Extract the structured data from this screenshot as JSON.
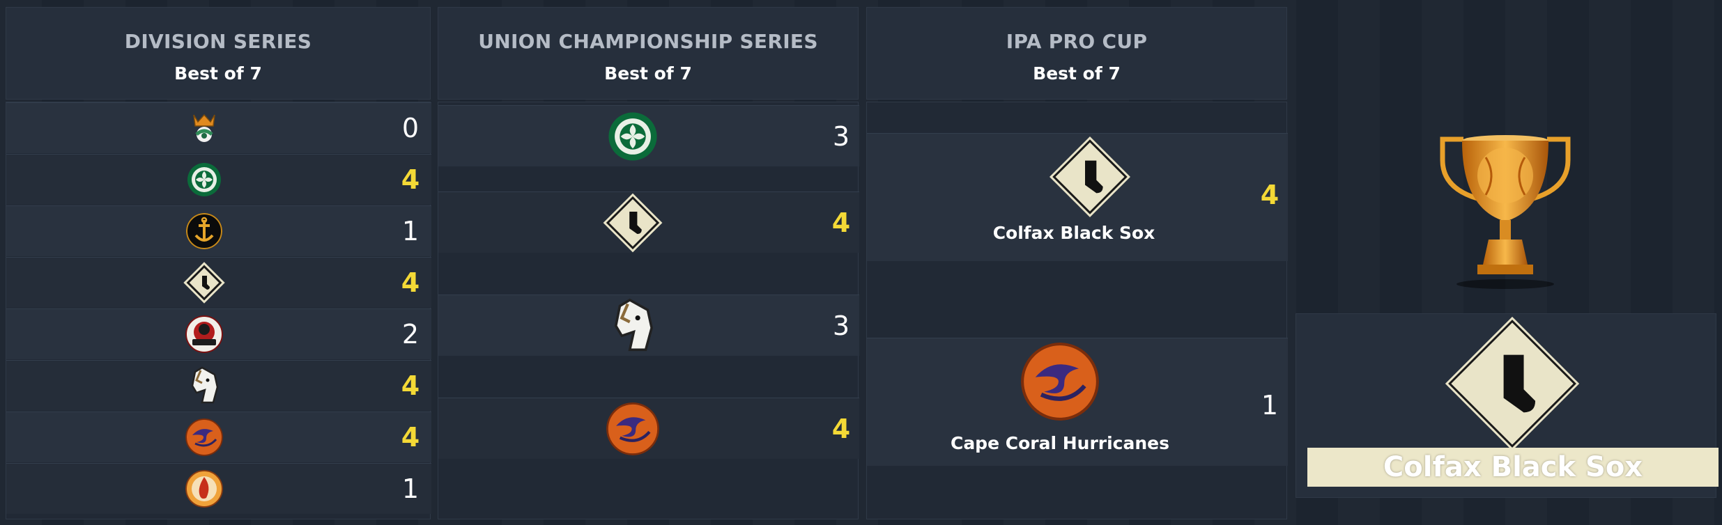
{
  "rounds": [
    {
      "title": "DIVISION SERIES",
      "subtitle": "Best of 7"
    },
    {
      "title": "UNION CHAMPIONSHIP SERIES",
      "subtitle": "Best of 7"
    },
    {
      "title": "IPA PRO CUP",
      "subtitle": "Best of 7"
    }
  ],
  "division_series": [
    {
      "logo": "crown-ball-logo",
      "score": "0",
      "winner": false
    },
    {
      "logo": "celtic-logo",
      "score": "4",
      "winner": true
    },
    {
      "logo": "anchor-logo",
      "score": "1",
      "winner": false
    },
    {
      "logo": "black-sock-logo",
      "score": "4",
      "winner": true
    },
    {
      "logo": "red-mascot-logo",
      "score": "2",
      "winner": false
    },
    {
      "logo": "horse-logo",
      "score": "4",
      "winner": true
    },
    {
      "logo": "hurricane-logo",
      "score": "4",
      "winner": true
    },
    {
      "logo": "flame-logo",
      "score": "1",
      "winner": false
    }
  ],
  "union_series": [
    {
      "logo": "celtic-logo",
      "score": "3",
      "winner": false
    },
    {
      "logo": "black-sock-logo",
      "score": "4",
      "winner": true
    },
    {
      "logo": "horse-logo",
      "score": "3",
      "winner": false
    },
    {
      "logo": "hurricane-logo",
      "score": "4",
      "winner": true
    }
  ],
  "finals": [
    {
      "logo": "black-sock-logo",
      "name": "Colfax Black Sox",
      "score": "4",
      "winner": true
    },
    {
      "logo": "hurricane-logo",
      "name": "Cape Coral Hurricanes",
      "score": "1",
      "winner": false
    }
  ],
  "champion": {
    "name": "Colfax Black Sox",
    "logo": "black-sock-logo",
    "trophy": "trophy-icon"
  },
  "colors": {
    "winner_score": "#f4d936",
    "loser_score": "#ffffff",
    "panel": "#262f3c",
    "banner": "#ece7c9"
  }
}
